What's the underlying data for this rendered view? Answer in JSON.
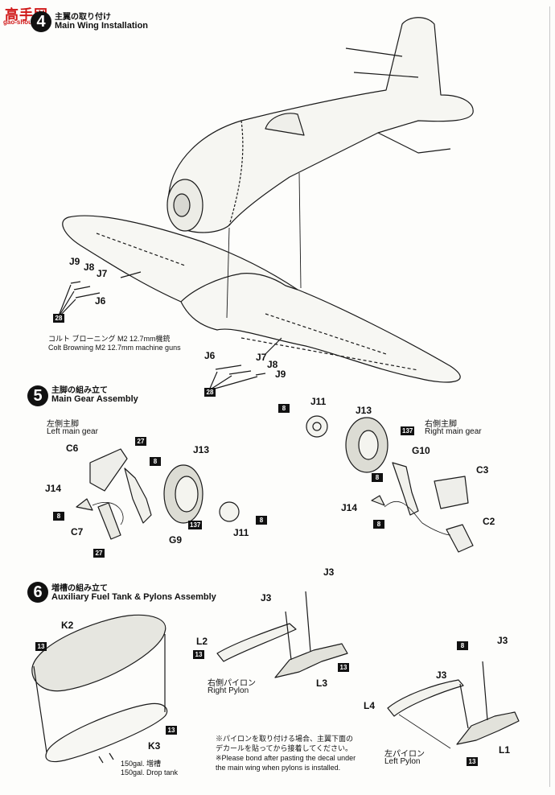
{
  "watermark": {
    "line1": "高手网",
    "line2": "gao-shou.com"
  },
  "step4": {
    "number": "4",
    "title_jp": "主翼の取り付け",
    "title_en": "Main Wing Installation",
    "parts": [
      "J9",
      "J8",
      "J7",
      "J6",
      "J6",
      "J7",
      "J8",
      "J9"
    ],
    "color_code": "28",
    "gun_note_jp": "コルト ブローニング M2 12.7mm機銃",
    "gun_note_en": "Colt Browning M2 12.7mm machine guns"
  },
  "step5": {
    "number": "5",
    "title_jp": "主脚の組み立て",
    "title_en": "Main Gear Assembly",
    "left_jp": "左側主脚",
    "left_en": "Left main gear",
    "right_jp": "右側主脚",
    "right_en": "Right main gear",
    "left_parts": [
      "C6",
      "J13",
      "J14",
      "C7",
      "G9",
      "J11"
    ],
    "right_parts": [
      "J11",
      "J13",
      "G10",
      "C3",
      "J14",
      "C2"
    ],
    "codes": [
      "27",
      "8",
      "8",
      "137",
      "8",
      "27",
      "8",
      "137",
      "8",
      "8"
    ]
  },
  "step6": {
    "number": "6",
    "title_jp": "増槽の組み立て",
    "title_en": "Auxiliary Fuel Tank & Pylons Assembly",
    "tank_parts": [
      "K2",
      "K3"
    ],
    "tank_codes": [
      "13",
      "13"
    ],
    "tank_jp": "150gal. 増槽",
    "tank_en": "150gal. Drop tank",
    "right_pylon_parts": [
      "J3",
      "J3",
      "L2",
      "L3"
    ],
    "right_pylon_codes": [
      "13",
      "13"
    ],
    "right_pylon_jp": "右側パイロン",
    "right_pylon_en": "Right Pylon",
    "left_pylon_parts": [
      "J3",
      "J3",
      "L4",
      "L1"
    ],
    "left_pylon_codes": [
      "8",
      "13"
    ],
    "left_pylon_jp": "左パイロン",
    "left_pylon_en": "Left Pylon",
    "note_jp_1": "※パイロンを取り付ける場合、主翼下面の",
    "note_jp_2": "デカールを貼ってから接着してください。",
    "note_en_1": "※Please bond after pasting the decal under",
    "note_en_2": "the main wing when pylons is installed."
  }
}
